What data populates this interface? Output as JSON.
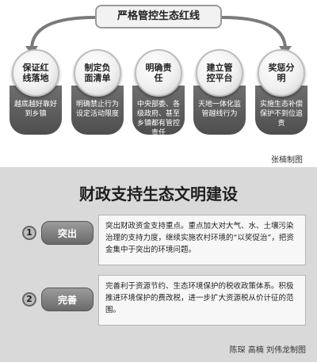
{
  "top": {
    "title": "严格管控生态红线",
    "columns": [
      {
        "circle": "保证红线落地",
        "panel": "越底越好靠好到乡镇"
      },
      {
        "circle": "制定负面清单",
        "panel": "明确禁止行为设定活动限度"
      },
      {
        "circle": "明确责任",
        "panel": "中央部委、各级政府、甚至乡镇都有管控责任"
      },
      {
        "circle": "建立管控平台",
        "panel": "天地一体化监管越线行为"
      },
      {
        "circle": "奖惩分明",
        "panel": "实施生态补偿保护不到位追责"
      }
    ],
    "credit": "张楠制图"
  },
  "bottom": {
    "title": "财政支持生态文明建设",
    "items": [
      {
        "num": "1",
        "label": "突出",
        "text": "突出财政资金支持重点。重点加大对大气、水、土壤污染治理的支持力度，继续实施农村环境的“以奖促治”，把资金集中于突出的环境问题。"
      },
      {
        "num": "2",
        "label": "完善",
        "text": "完善利于资源节约、生态环境保护的税收政策体系。积极推进环境保护的费改税，进一步扩大资源税从价计征的范围。"
      }
    ],
    "credit": "陈琛 高楠 刘伟龙制图"
  }
}
